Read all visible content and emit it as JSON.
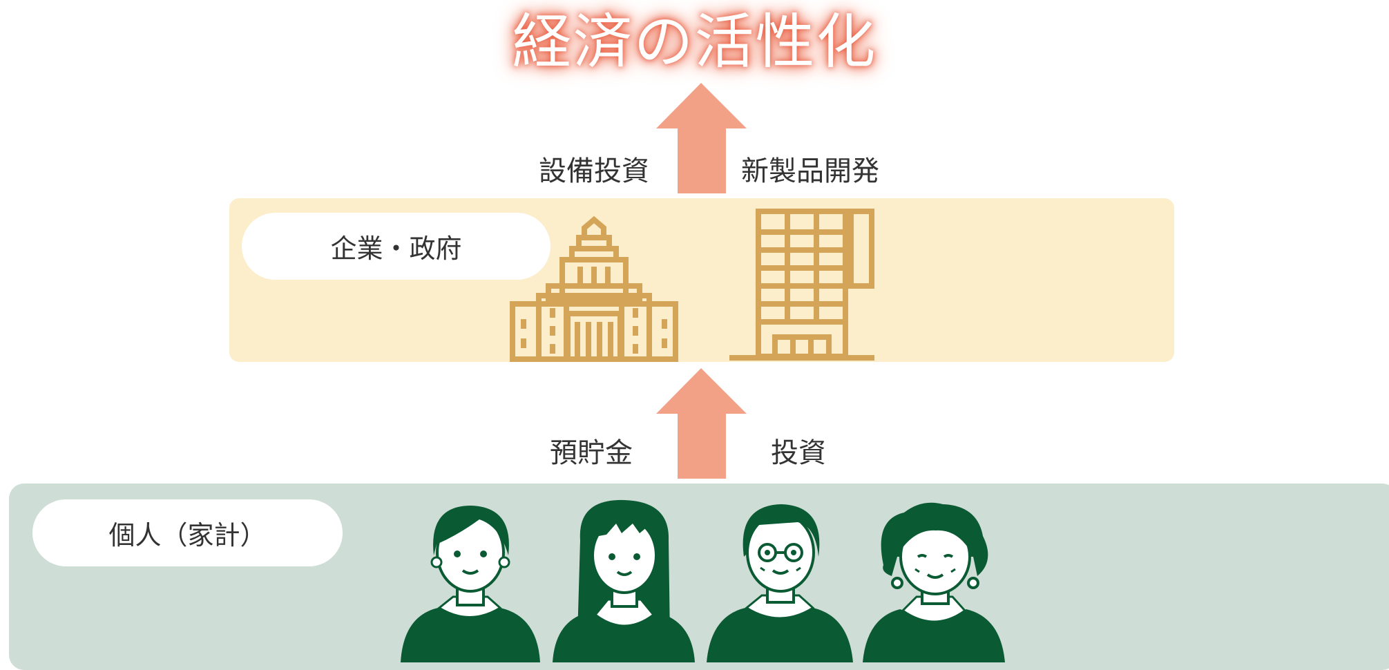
{
  "title": "経済の活性化",
  "flow_top": {
    "left_label": "設備投資",
    "right_label": "新製品開発"
  },
  "corporate": {
    "label": "企業・政府",
    "icons": [
      "government-building-icon",
      "office-tower-icon"
    ]
  },
  "flow_bottom": {
    "left_label": "預貯金",
    "right_label": "投資"
  },
  "household": {
    "label": "個人（家計）",
    "people": [
      "man-short-hair",
      "woman-long-hair",
      "man-with-glasses",
      "older-woman-with-earrings"
    ]
  },
  "colors": {
    "arrow": "#f2a187",
    "corp_band": "#fcedcb",
    "building": "#d4a558",
    "household_band": "#ceddd5",
    "person": "#0a5a33",
    "title_glow": "#e8553a"
  }
}
